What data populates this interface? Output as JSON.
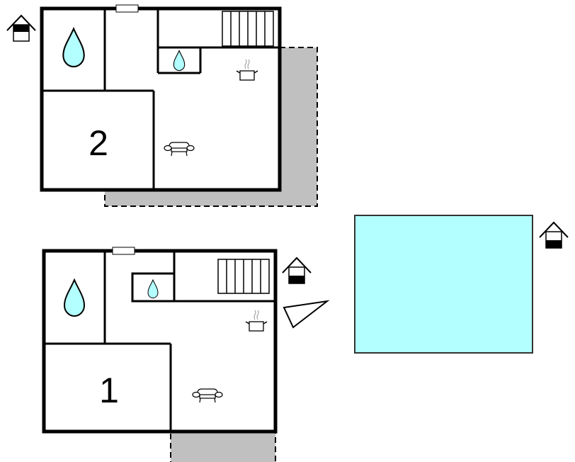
{
  "floors": [
    {
      "label": "2",
      "name": "upper-floor"
    },
    {
      "label": "1",
      "name": "ground-floor"
    }
  ],
  "colors": {
    "wall": "#000000",
    "terrace": "#c0c0c0",
    "water": "#b3ffff",
    "pool": "#b3ffff"
  },
  "icons": [
    "house-icon",
    "water-drop-icon",
    "stove-pot-icon",
    "sofa-icon",
    "stairs-icon",
    "window-icon",
    "compass-triangle-icon",
    "pool"
  ]
}
